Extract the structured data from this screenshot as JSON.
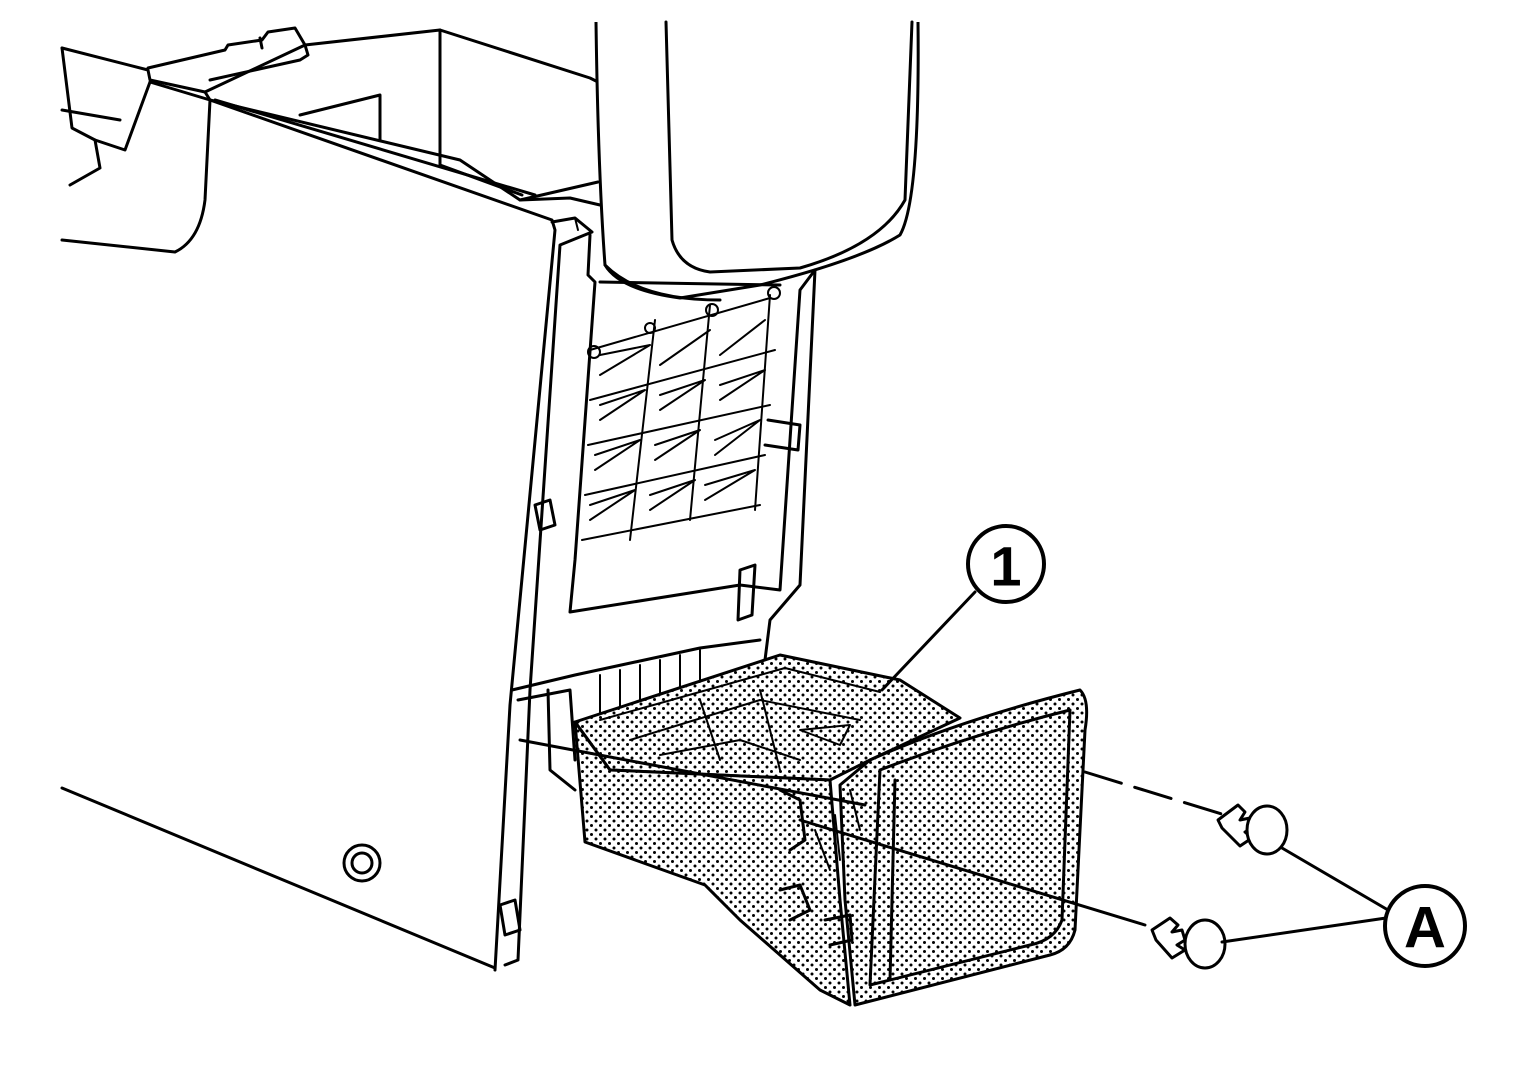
{
  "diagram": {
    "colors": {
      "line": "#000000",
      "background": "#ffffff",
      "dot_fill": "#000000"
    },
    "callouts": [
      {
        "id": "part-1",
        "label": "1"
      },
      {
        "id": "clips-A",
        "label": "A"
      }
    ]
  }
}
